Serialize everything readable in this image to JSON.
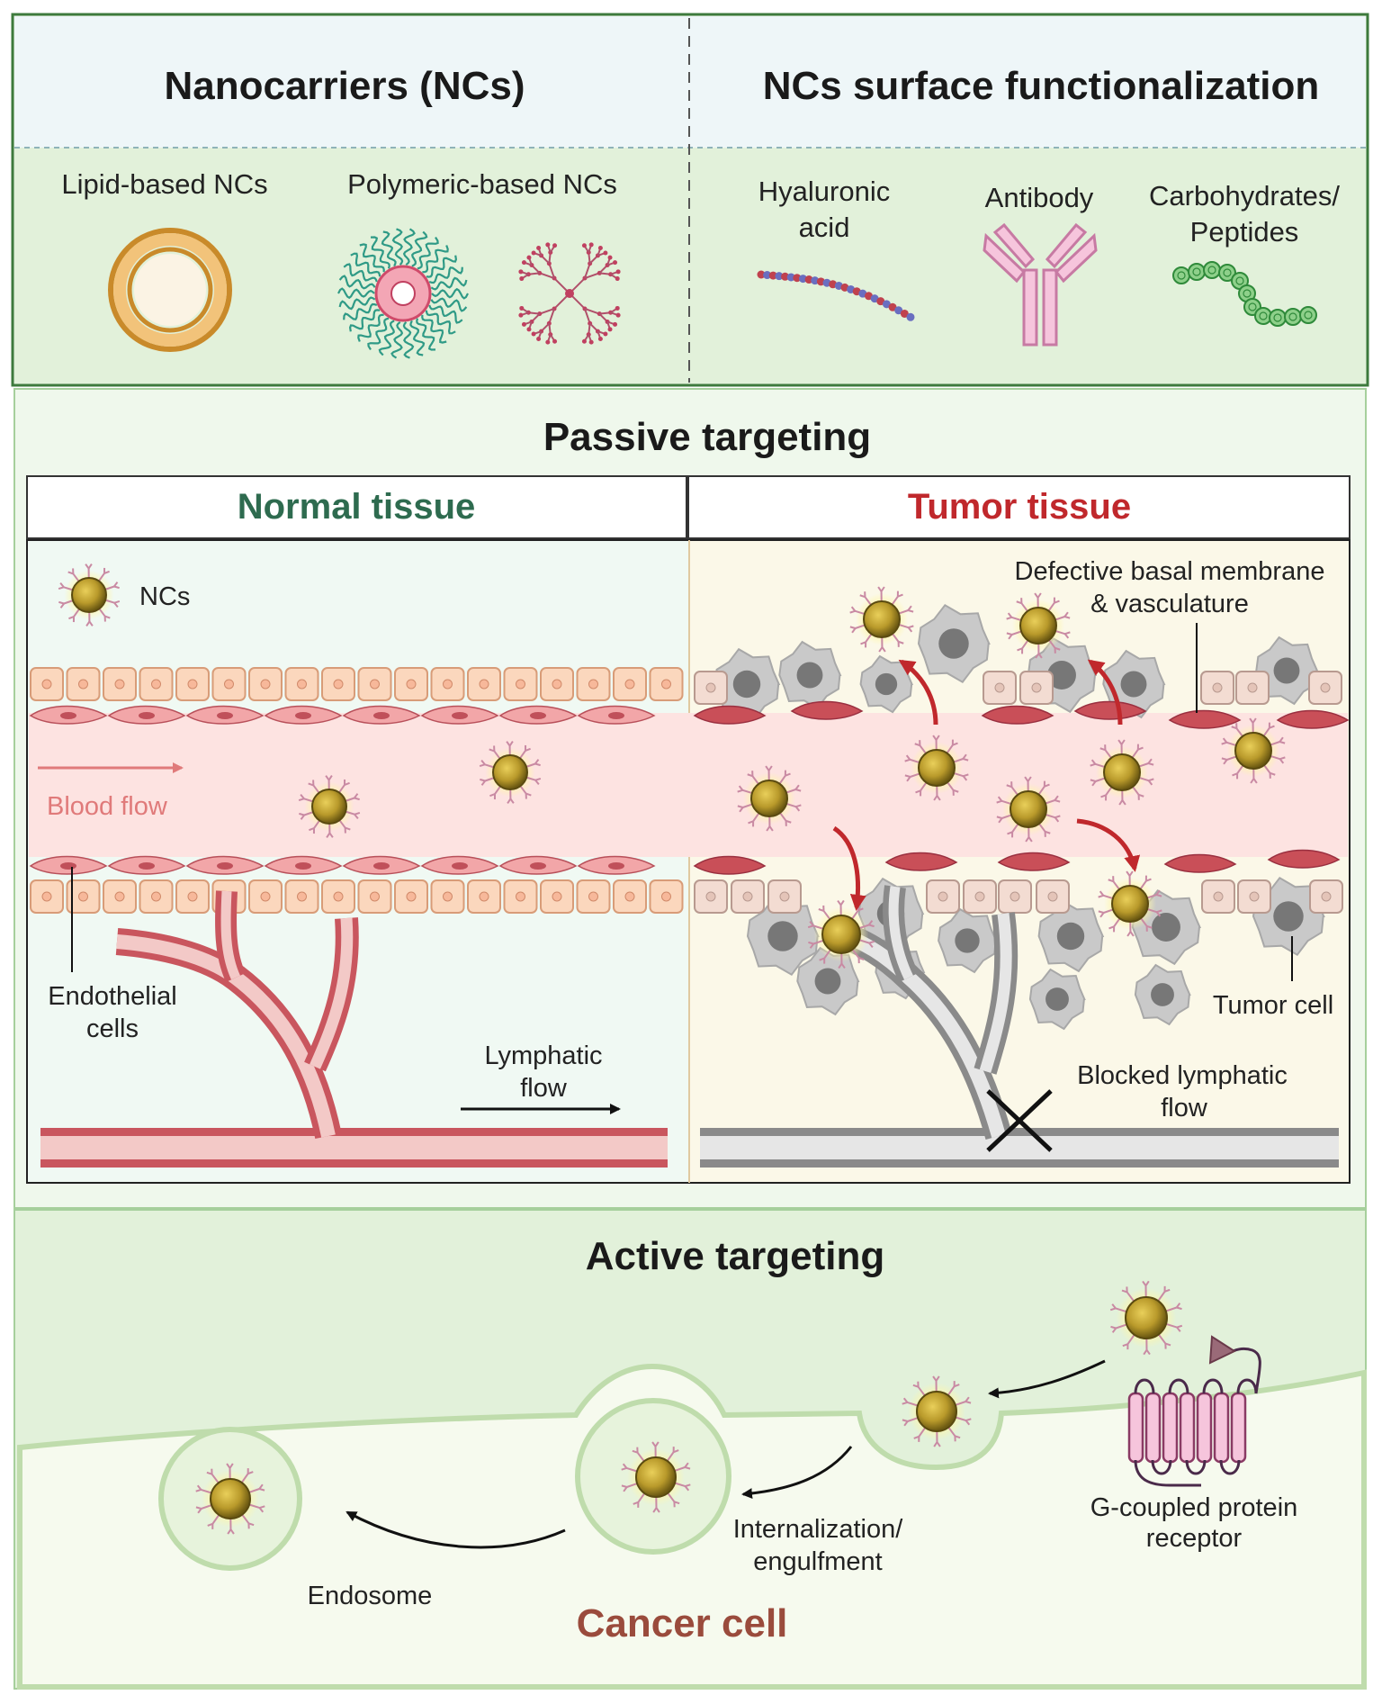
{
  "top_panel": {
    "nanocarriers_title": "Nanocarriers (NCs)",
    "functionalization_title": "NCs surface functionalization",
    "lipid_label": "Lipid-based NCs",
    "polymeric_label": "Polymeric-based NCs",
    "hyaluronic_line1": "Hyaluronic",
    "hyaluronic_line2": "acid",
    "antibody_label": "Antibody",
    "carb_line1": "Carbohydrates/",
    "carb_line2": "Peptides"
  },
  "passive": {
    "title": "Passive targeting",
    "normal_tissue": "Normal tissue",
    "tumor_tissue": "Tumor tissue",
    "ncs_legend": "NCs",
    "blood_flow": "Blood flow",
    "endothelial_line1": "Endothelial",
    "endothelial_line2": "cells",
    "lymphatic_line1": "Lymphatic",
    "lymphatic_line2": "flow",
    "defective_line1": "Defective basal membrane",
    "defective_line2": "&  vasculature",
    "tumor_cell": "Tumor cell",
    "blocked_line1": "Blocked lymphatic",
    "blocked_line2": "flow"
  },
  "active": {
    "title": "Active targeting",
    "gpcr_line1": "G-coupled protein",
    "gpcr_line2": "receptor",
    "intern_line1": "Internalization/",
    "intern_line2": "engulfment",
    "endosome": "Endosome",
    "cancer_cell": "Cancer cell"
  },
  "colors": {
    "panel_green": "#e2f1da",
    "header_blue": "#eef6f8",
    "normal_green": "#2e6b4f",
    "tumor_red": "#c0282c",
    "cancer_brown": "#9a4b3c",
    "blood_pink": "#fde3e1",
    "nc_gold": "#b99a2b"
  }
}
